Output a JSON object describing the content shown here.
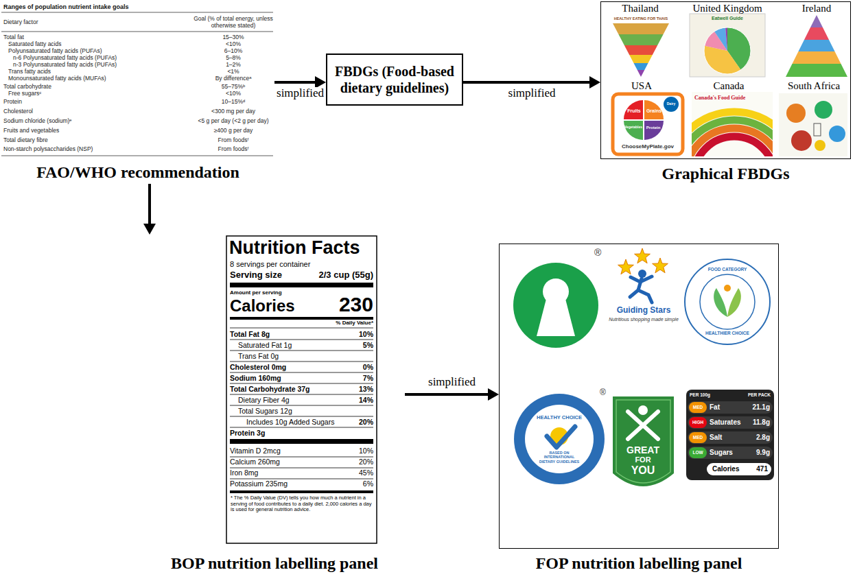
{
  "diagram": {
    "nodes": [
      {
        "text": [
          "FAO/WHO recommendation"
        ]
      },
      {
        "text": [
          "FBDGs (Food-based dietary guidelines)"
        ]
      },
      {
        "text": [
          "Graphical FBDGs"
        ]
      },
      {
        "text": [
          "BOP nutrition labelling panel"
        ]
      },
      {
        "text": [
          "FOP nutrition labelling panel"
        ]
      }
    ],
    "edges": [
      {
        "from": 0,
        "to": 1,
        "label": "simplified",
        "arrow": "to"
      },
      {
        "from": 1,
        "to": 2,
        "label": "simplified",
        "arrow": "to"
      },
      {
        "from": 0,
        "to": 3,
        "arrow": "to"
      },
      {
        "from": 3,
        "to": 4,
        "label": "simplified",
        "arrow": "to"
      }
    ],
    "labels": [
      "Ranges of population nutrient intake goals",
      "Dietary factor",
      "Goal (% of total energy, unless otherwise stated)",
      "Total fat",
      "15–30%",
      "Saturated fatty acids",
      "<10%",
      "Polyunsaturated fatty acids (PUFAs)",
      "6–10%",
      "n-6 Polyunsaturated fatty acids (PUFAs)",
      "5–8%",
      "n-3 Polyunsaturated fatty acids (PUFAs)",
      "1–2%",
      "Trans fatty acids",
      "<1%",
      "Monounsaturated fatty acids (MUFAs)",
      "By differenceᵃ",
      "Total carbohydrate",
      "55–75%ᵇ",
      "Free sugarsᶜ",
      "<10%",
      "Protein",
      "10–15%ᵈ",
      "Cholesterol",
      "<300 mg per day",
      "Sodium chloride (sodium)ᵉ",
      "<5 g per day (<2 g per day)",
      "Fruits and vegetables",
      "≥400 g per day",
      "Total dietary fibre",
      "From foodsᶠ",
      "Non-starch polysaccharides (NSP)",
      "From foodsᶠ",
      "Thailand",
      "HEALTHY EATING FOR THAIS",
      "United Kingdom",
      "Eatwell Guide",
      "Ireland",
      "USA",
      "Canada",
      "South Africa",
      "Fruits",
      "Grains",
      "Dairy",
      "Vegetables",
      "Protein",
      "ChooseMyPlate.gov",
      "Canada's Food Guide",
      "Nutrition Facts",
      "8 servings per container",
      "Serving size",
      "2/3 cup (55g)",
      "Amount per serving",
      "Calories",
      "230",
      "% Daily Value*",
      "Total Fat 8g",
      "10%",
      "Saturated Fat 1g",
      "5%",
      "Trans Fat 0g",
      "Cholesterol 0mg",
      "0%",
      "Sodium 160mg",
      "7%",
      "Total Carbohydrate 37g",
      "13%",
      "Dietary Fiber 4g",
      "14%",
      "Total Sugars 12g",
      "Includes 10g Added Sugars",
      "20%",
      "Protein 3g",
      "Vitamin D 2mcg",
      "10%",
      "Calcium 260mg",
      "20%",
      "Iron 8mg",
      "45%",
      "Potassium 235mg",
      "6%",
      "* The % Daily Value (DV) tells you how much a nutrient in a serving of food contributes to a daily diet. 2,000 calories a day is used for general nutrition advice.",
      "®",
      "Guiding Stars",
      "Nutritious shopping made simple",
      "FOOD CATEGORY",
      "HEALTHIER CHOICE",
      "HEALTHY CHOICE",
      "BASED ON INTERNATIONAL DIETARY GUIDELINES",
      "®",
      "GREAT",
      "FOR",
      "YOU",
      "PER 100g",
      "PER PACK",
      "MED",
      "Fat",
      "21.1g",
      "HIGH",
      "Saturates",
      "11.8g",
      "MED",
      "Salt",
      "2.8g",
      "LOW",
      "Sugars",
      "9.9g",
      "Calories",
      "471"
    ]
  }
}
